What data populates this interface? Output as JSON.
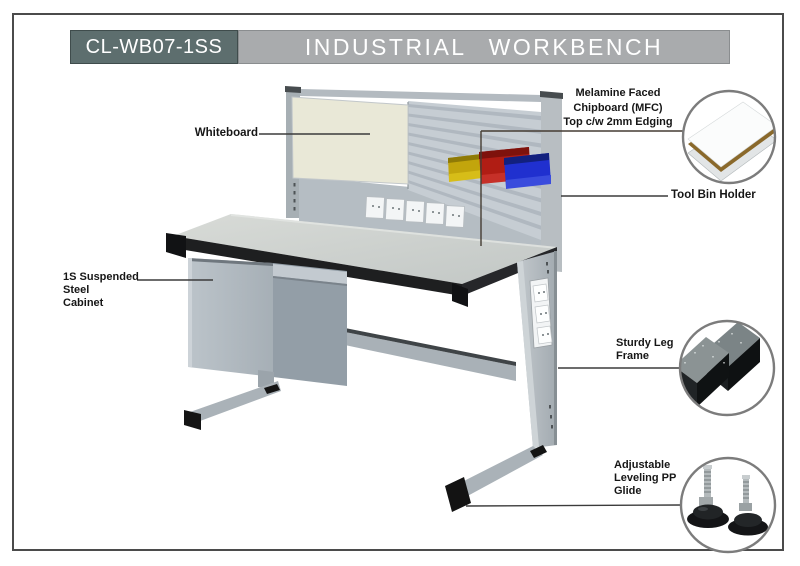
{
  "header": {
    "model_code": "CL-WB07-1SS",
    "title": "INDUSTRIAL WORKBENCH",
    "code_box_bg": "#5d6e6e",
    "title_box_bg": "#a9abad",
    "text_color": "#ffffff"
  },
  "callouts": {
    "whiteboard": {
      "text": "Whiteboard"
    },
    "mfc_top": {
      "line1": "Melamine Faced",
      "line2": "Chipboard (MFC)",
      "line3": "Top c/w 2mm Edging"
    },
    "tool_bin_holder": {
      "text": "Tool Bin Holder"
    },
    "suspended_cabinet": {
      "line1": "1S Suspended",
      "line2": "Steel",
      "line3": "Cabinet"
    },
    "leg_frame": {
      "line1": "Sturdy Leg",
      "line2": "Frame"
    },
    "leveling_glide": {
      "line1": "Adjustable",
      "line2": "Leveling PP",
      "line3": "Glide"
    }
  },
  "illustration": {
    "tool_bins": [
      {
        "name": "yellow-bin",
        "color": "#c2a50c"
      },
      {
        "name": "red-bin",
        "color": "#b01d14"
      },
      {
        "name": "blue-bin",
        "color": "#2030cf"
      }
    ],
    "panel_socket_count": 5,
    "leg_socket_count": 3,
    "detail_circles": [
      "mfc-top-corner",
      "leg-frame-tubes",
      "leveling-glides"
    ]
  },
  "colors": {
    "page_border": "#4b4b4b",
    "label_text": "#161616",
    "leader_line": "#3b3b3b",
    "worktop": "#ccd1ce",
    "worktop_edge": "#1e1f20",
    "whiteboard": "#e9e8d7",
    "steel_gray": "#b2bac0",
    "mfc_edging_brown": "#8a692b"
  }
}
